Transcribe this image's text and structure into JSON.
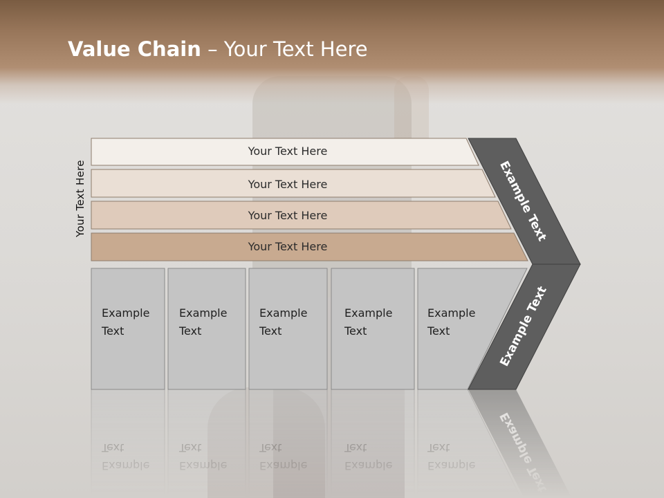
{
  "slide": {
    "title_bold": "Value Chain",
    "title_rest": " – Your Text Here",
    "side_label": "Your Text Here"
  },
  "support_bars": [
    {
      "label": "Your Text Here",
      "color": "#f3efea"
    },
    {
      "label": "Your Text Here",
      "color": "#eadfd5"
    },
    {
      "label": "Your Text Here",
      "color": "#dfcbbb"
    },
    {
      "label": "Your Text Here",
      "color": "#c8aa90"
    }
  ],
  "primary_columns": [
    {
      "line1": "Example",
      "line2": "Text"
    },
    {
      "line1": "Example",
      "line2": "Text"
    },
    {
      "line1": "Example",
      "line2": "Text"
    },
    {
      "line1": "Example",
      "line2": "Text"
    },
    {
      "line1": "Example",
      "line2": "Text"
    }
  ],
  "margin_chevron": {
    "upper_label": "Example Text",
    "lower_label": "Example Text",
    "color": "#5e5e5e"
  },
  "colors": {
    "header": "#8b6a4f",
    "column_fill": "#c4c4c4",
    "column_border": "#8a8a8a"
  }
}
